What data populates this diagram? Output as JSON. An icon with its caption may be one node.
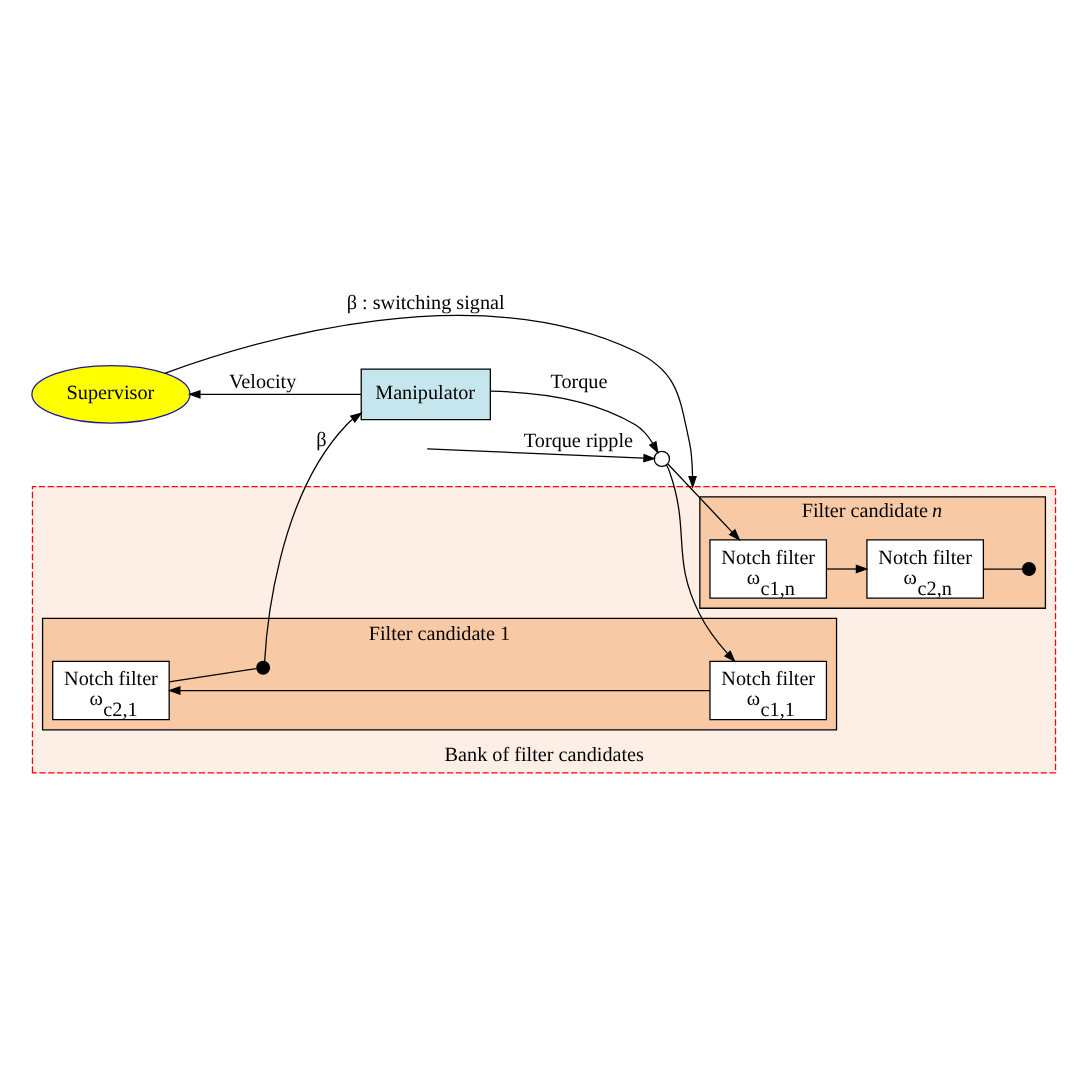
{
  "diagram": {
    "nodes": [
      {
        "text": [
          "Supervisor"
        ]
      },
      {
        "text": [
          "Bank of filter candidates"
        ]
      },
      {
        "text": [
          "Filter candidate 1"
        ],
        "in": 1
      },
      {
        "text": [
          "Notch filter",
          "ω$_{c1,1}$"
        ],
        "in": 2
      },
      {
        "text": [
          "Notch filter",
          "ω$_{c2,1}$"
        ],
        "in": 2
      },
      {
        "text": [
          "Filter candidate *n*"
        ],
        "in": 1
      },
      {
        "text": [
          "Notch filter",
          "ω$_{c1,n}$"
        ],
        "in": 5
      },
      {
        "text": [
          "Notch filter",
          "ω$_{c2,n}$"
        ],
        "in": 5
      },
      {
        "text": [
          "Manipulator"
        ]
      },
      {
        "text": [],
        "shape": "circle"
      },
      {
        "text": [],
        "shape": "circle",
        "in": 2
      },
      {
        "text": [],
        "shape": "circle",
        "in": 5
      }
    ],
    "edges": [
      {
        "from": 0,
        "to": 1,
        "arrow": "to",
        "label": "β : switching signal"
      },
      {
        "from": 8,
        "to": 0,
        "arrow": "to",
        "label": "Velocity"
      },
      {
        "from": 8,
        "to": 9,
        "arrow": "to",
        "label": "Torque"
      },
      {
        "from": null,
        "to": 9,
        "arrow": "to",
        "label": "Torque ripple"
      },
      {
        "from": 9,
        "to": 3,
        "arrow": "to"
      },
      {
        "from": 9,
        "to": 6,
        "arrow": "to"
      },
      {
        "from": 3,
        "to": 4,
        "arrow": "to"
      },
      {
        "from": 6,
        "to": 7,
        "arrow": "to"
      },
      {
        "from": 4,
        "to": 10,
        "arrow": "none"
      },
      {
        "from": 7,
        "to": 11,
        "arrow": "none"
      },
      {
        "from": 10,
        "to": 8,
        "arrow": "to",
        "label": "β"
      }
    ]
  }
}
